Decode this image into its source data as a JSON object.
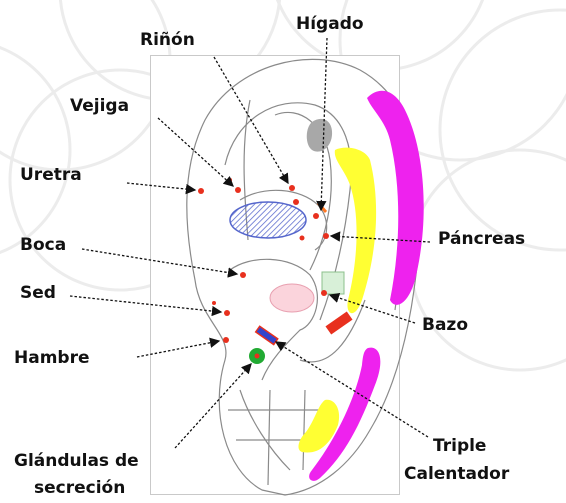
{
  "labels": {
    "rinon": "Riñón",
    "higado": "Hígado",
    "vejiga": "Vejiga",
    "uretra": "Uretra",
    "pancreas": "Páncreas",
    "boca": "Boca",
    "sed": "Sed",
    "bazo": "Bazo",
    "hambre": "Hambre",
    "triple_line1": "Triple",
    "triple_line2": "Calentador",
    "glandulas_line1": "Glándulas de",
    "glandulas_line2": "secreción"
  },
  "colors": {
    "helix": "#ee22ee",
    "yellow_zone": "#ffff33",
    "gray_zone": "#a8a8a8",
    "blue_zone": "#5566cc",
    "red_point": "#e8301e",
    "green_zone": "#22aa33",
    "outline": "#8a8a8a"
  }
}
